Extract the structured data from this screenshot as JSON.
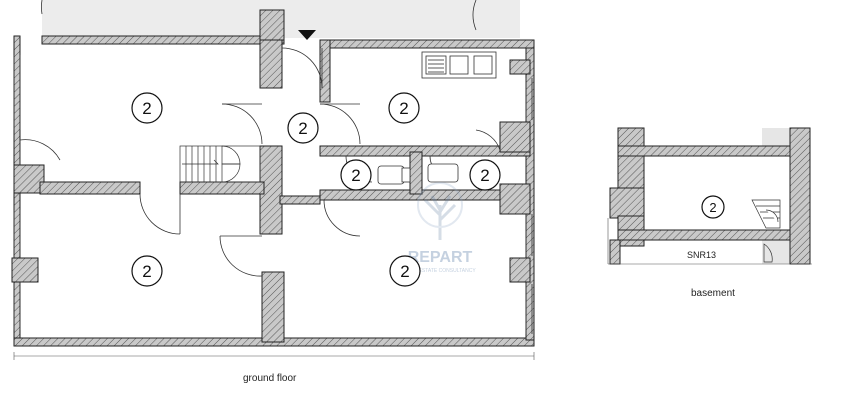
{
  "plans": [
    {
      "caption": "ground floor",
      "rooms": [
        {
          "label": "2"
        },
        {
          "label": "2"
        },
        {
          "label": "2"
        },
        {
          "label": "2"
        },
        {
          "label": "2"
        },
        {
          "label": "2"
        },
        {
          "label": "2"
        }
      ]
    },
    {
      "caption": "basement",
      "unit_label": "SNR13",
      "rooms": [
        {
          "label": "2"
        }
      ]
    }
  ],
  "watermark": {
    "brand": "REPART",
    "tagline": "REAL ESTATE CONSULTANCY"
  },
  "colors": {
    "wall_fill": "#b8b8b8",
    "wall_line": "#222222",
    "exterior_shade": "#e6e6e6"
  }
}
